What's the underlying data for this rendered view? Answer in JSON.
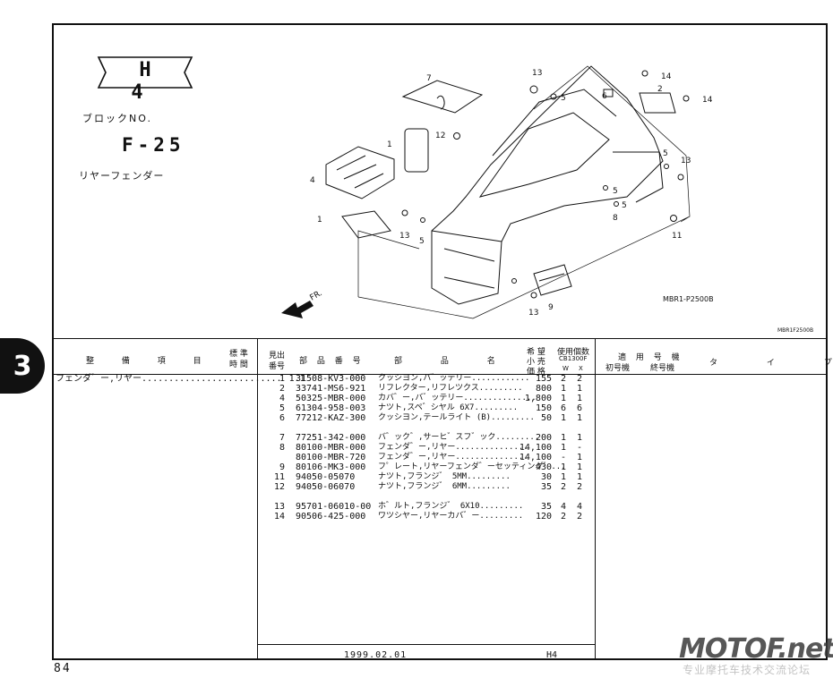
{
  "page": {
    "section_tab": "3",
    "page_number": "84",
    "block_code": "H 4",
    "block_label": "ブロックNO.",
    "block_number": "F-25",
    "subtitle": "リヤーフェンダー",
    "diagram_code": "MBR1-P2500B",
    "small_code": "MBR1F2500B",
    "date": "1999.02.01",
    "page_code": "H4",
    "watermark": "MOTOF.net",
    "watermark_sub": "专业摩托车技术交流论坛"
  },
  "diagram": {
    "callouts": [
      "1",
      "1",
      "2",
      "4",
      "5",
      "5",
      "5",
      "5",
      "5",
      "6",
      "7",
      "8",
      "9",
      "11",
      "12",
      "13",
      "13",
      "13",
      "13",
      "14",
      "14"
    ]
  },
  "table": {
    "header": {
      "work_item": "整 備 項 目",
      "std_time_1": "標 準",
      "std_time_2": "時 間",
      "ref_1": "見出",
      "ref_2": "番号",
      "part_no": "部 品 番 号",
      "part_name": "部 品 名",
      "price_1": "希 望",
      "price_2": "小 売",
      "price_3": "価 格",
      "usage_1": "使用個数",
      "usage_2": "CB1300F",
      "usage_w": "W",
      "usage_x": "X",
      "applicable": "適 用 号 機",
      "first": "初号機",
      "last": "終号機",
      "type": "タ イ プ"
    },
    "work_row": {
      "item": "フェンダ゛ー,リヤー",
      "dots": "..........................",
      "time": "1.1"
    },
    "rows": [
      {
        "ref": "1",
        "pno": "31508-KV3-000",
        "name": "クッシヨン,バ゛ッテリー............",
        "qty": "155",
        "w": "2",
        "x": "2"
      },
      {
        "ref": "2",
        "pno": "33741-MS6-921",
        "name": "リフレクター,リフレツクス.........",
        "qty": "800",
        "w": "1",
        "x": "1"
      },
      {
        "ref": "4",
        "pno": "50325-MBR-000",
        "name": "カバ゛ー,バ゛ッテリー...............",
        "qty": "1,800",
        "w": "1",
        "x": "1"
      },
      {
        "ref": "5",
        "pno": "61304-958-003",
        "name": "ナツト,スペ゛シヤル 6X7.........",
        "qty": "150",
        "w": "6",
        "x": "6"
      },
      {
        "ref": "6",
        "pno": "77212-KAZ-300",
        "name": "クッシヨン,テールライト (B).........",
        "qty": "50",
        "w": "1",
        "x": "1"
      },
      {
        "ref": "",
        "pno": "",
        "name": "",
        "qty": "",
        "w": "",
        "x": ""
      },
      {
        "ref": "7",
        "pno": "77251-342-000",
        "name": "バ゛ック゛,サーヒ゛スフ゛ック.........",
        "qty": "200",
        "w": "1",
        "x": "1"
      },
      {
        "ref": "8",
        "pno": "80100-MBR-000",
        "name": "フェンダ゛ー,リヤー...............",
        "qty": "14,100",
        "w": "1",
        "x": "-"
      },
      {
        "ref": "",
        "pno": "80100-MBR-720",
        "name": "フェンダ゛ー,リヤー...............",
        "qty": "14,100",
        "w": "-",
        "x": "1"
      },
      {
        "ref": "9",
        "pno": "80106-MK3-000",
        "name": "フ゜レート,リヤーフェンダ゛ーセッティング゛...",
        "qty": "430",
        "w": "1",
        "x": "1"
      },
      {
        "ref": "11",
        "pno": "94050-05070",
        "name": "ナツト,フランジ゛ 5MM.........",
        "qty": "30",
        "w": "1",
        "x": "1"
      },
      {
        "ref": "12",
        "pno": "94050-06070",
        "name": "ナツト,フランジ゛ 6MM.........",
        "qty": "35",
        "w": "2",
        "x": "2"
      },
      {
        "ref": "",
        "pno": "",
        "name": "",
        "qty": "",
        "w": "",
        "x": ""
      },
      {
        "ref": "13",
        "pno": "95701-06010-00",
        "name": "ホ゛ルト,フランジ゛ 6X10.........",
        "qty": "35",
        "w": "4",
        "x": "4"
      },
      {
        "ref": "14",
        "pno": "90506-425-000",
        "name": "ワツシヤー,リヤーカバ゛ー.........",
        "qty": "120",
        "w": "2",
        "x": "2"
      }
    ]
  }
}
